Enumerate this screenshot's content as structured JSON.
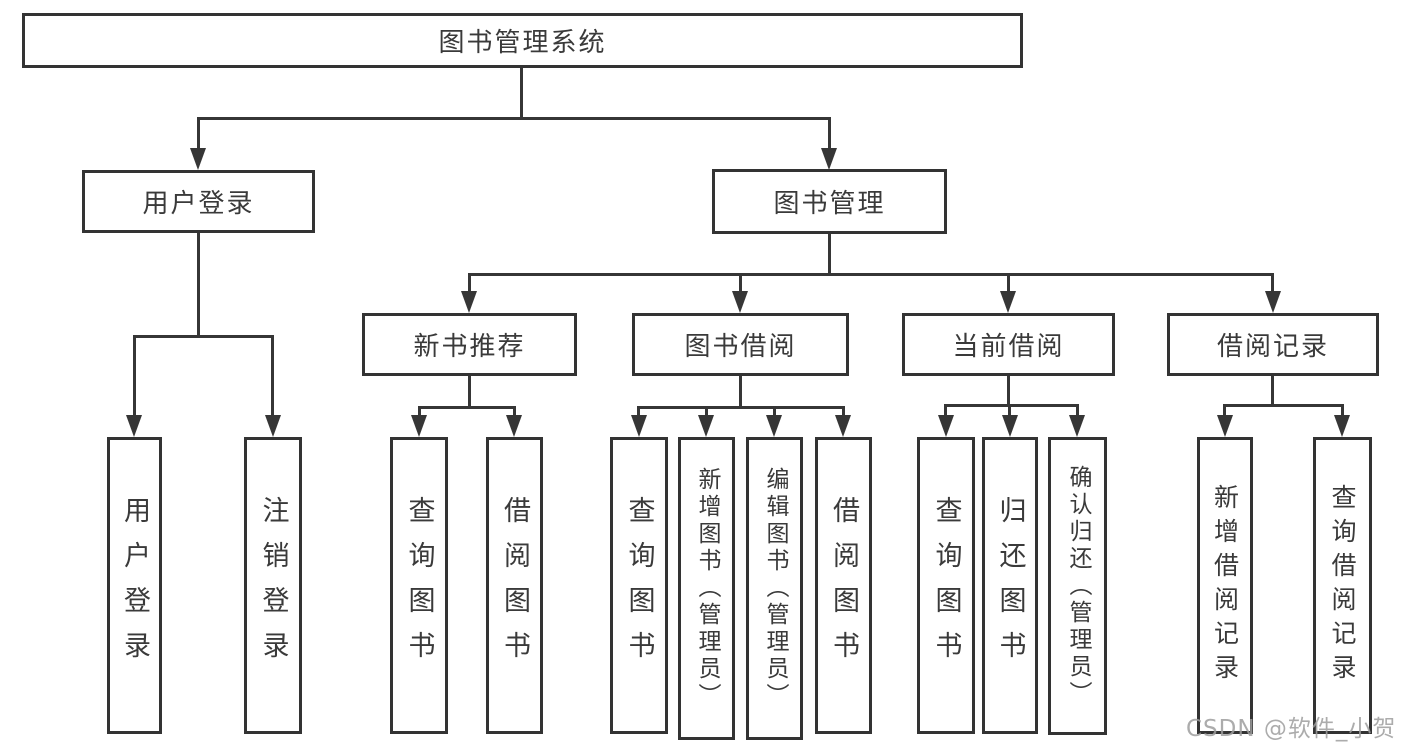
{
  "tree": {
    "label": "图书管理系统",
    "children": [
      {
        "label": "用户登录",
        "children": [
          {
            "label": "用户登录"
          },
          {
            "label": "注销登录"
          }
        ]
      },
      {
        "label": "图书管理",
        "children": [
          {
            "label": "新书推荐",
            "children": [
              {
                "label": "查询图书"
              },
              {
                "label": "借阅图书"
              }
            ]
          },
          {
            "label": "图书借阅",
            "children": [
              {
                "label": "查询图书"
              },
              {
                "label": "新增图书（管理员）"
              },
              {
                "label": "编辑图书（管理员）"
              },
              {
                "label": "借阅图书"
              }
            ]
          },
          {
            "label": "当前借阅",
            "children": [
              {
                "label": "查询图书"
              },
              {
                "label": "归还图书"
              },
              {
                "label": "确认归还（管理员）"
              }
            ]
          },
          {
            "label": "借阅记录",
            "children": [
              {
                "label": "新增借阅记录"
              },
              {
                "label": "查询借阅记录"
              }
            ]
          }
        ]
      }
    ]
  },
  "watermark": "CSDN @软件_小贺同学",
  "colors": {
    "line": "#363636",
    "box_border": "#333333",
    "text": "#3a3a3a",
    "background": "#ffffff",
    "watermark": "#9e9e9e"
  }
}
